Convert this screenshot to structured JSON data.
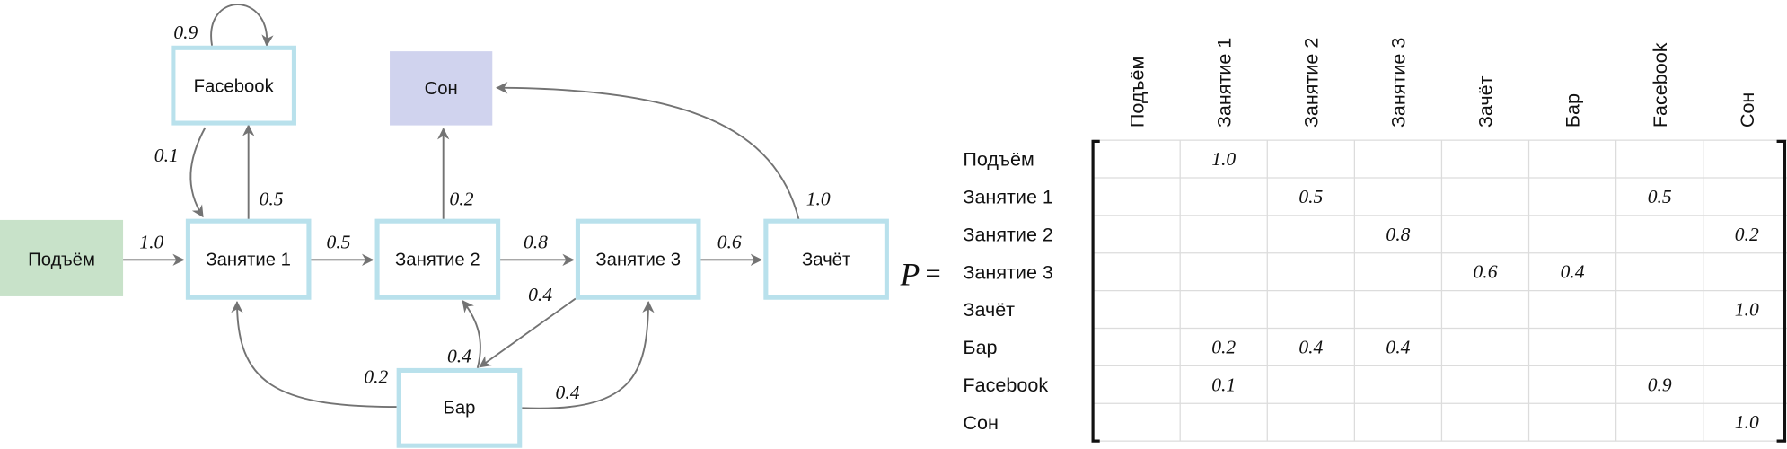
{
  "colors": {
    "state_border": "#b9e1ec",
    "start_fill": "#c8e2c9",
    "end_fill": "#d0d3ee",
    "edge": "#737373"
  },
  "nodes": {
    "wake": "Подъём",
    "class1": "Занятие 1",
    "class2": "Занятие 2",
    "class3": "Занятие 3",
    "exam": "Зачёт",
    "bar": "Бар",
    "facebook": "Facebook",
    "sleep": "Сон"
  },
  "edges": {
    "wake_class1": "1.0",
    "class1_class2": "0.5",
    "class2_class3": "0.8",
    "class3_exam": "0.6",
    "class1_facebook": "0.5",
    "facebook_class1": "0.1",
    "facebook_facebook": "0.9",
    "class2_sleep": "0.2",
    "exam_sleep": "1.0",
    "class3_bar": "0.4",
    "bar_class2": "0.4",
    "bar_class1": "0.2",
    "bar_class3": "0.4"
  },
  "matrix": {
    "symbol": "P",
    "equals": "=",
    "labels": [
      "Подъём",
      "Занятие 1",
      "Занятие 2",
      "Занятие 3",
      "Зачёт",
      "Бар",
      "Facebook",
      "Сон"
    ],
    "rows": [
      [
        "",
        "1.0",
        "",
        "",
        "",
        "",
        "",
        ""
      ],
      [
        "",
        "",
        "0.5",
        "",
        "",
        "",
        "0.5",
        ""
      ],
      [
        "",
        "",
        "",
        "0.8",
        "",
        "",
        "",
        "0.2"
      ],
      [
        "",
        "",
        "",
        "",
        "0.6",
        "0.4",
        "",
        ""
      ],
      [
        "",
        "",
        "",
        "",
        "",
        "",
        "",
        "1.0"
      ],
      [
        "",
        "0.2",
        "0.4",
        "0.4",
        "",
        "",
        "",
        ""
      ],
      [
        "",
        "0.1",
        "",
        "",
        "",
        "",
        "0.9",
        ""
      ],
      [
        "",
        "",
        "",
        "",
        "",
        "",
        "",
        "1.0"
      ]
    ]
  }
}
